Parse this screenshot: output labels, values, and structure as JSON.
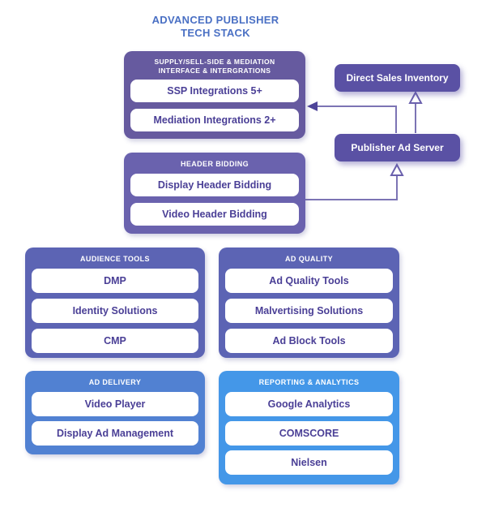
{
  "title": {
    "line1": "ADVANCED PUBLISHER",
    "line2": "TECH STACK"
  },
  "sections": {
    "supply": {
      "heading_line1": "SUPPLY/SELL-SIDE & MEDIATION",
      "heading_line2": "INTERFACE & INTERGRATIONS",
      "items": [
        "SSP Integrations 5+",
        "Mediation Integrations 2+"
      ]
    },
    "header_bidding": {
      "heading": "HEADER BIDDING",
      "items": [
        "Display Header Bidding",
        "Video Header Bidding"
      ]
    },
    "audience_tools": {
      "heading": "AUDIENCE TOOLS",
      "items": [
        "DMP",
        "Identity Solutions",
        "CMP"
      ]
    },
    "ad_quality": {
      "heading": "AD QUALITY",
      "items": [
        "Ad Quality Tools",
        "Malvertising Solutions",
        "Ad Block Tools"
      ]
    },
    "ad_delivery": {
      "heading": "AD DELIVERY",
      "items": [
        "Video Player",
        "Display Ad Management"
      ]
    },
    "reporting": {
      "heading": "REPORTING & ANALYTICS",
      "items": [
        "Google Analytics",
        "COMSCORE",
        "Nielsen"
      ]
    }
  },
  "nodes": {
    "direct_sales_inventory": {
      "label": "Direct Sales Inventory"
    },
    "publisher_ad_server": {
      "label": "Publisher Ad Server"
    }
  },
  "connections": [
    {
      "from": "Publisher Ad Server",
      "to": "Supply/Sell-Side & Mediation"
    },
    {
      "from": "Publisher Ad Server",
      "to": "Direct Sales Inventory"
    },
    {
      "from": "Header Bidding",
      "to": "Publisher Ad Server"
    }
  ],
  "colors": {
    "background": "#FFFFFF",
    "title_text": "#4A70C4",
    "supply_box": "#665A9F",
    "header_bidding_box": "#6A62AE",
    "audience_ad_quality_box": "#5C64B4",
    "ad_delivery_box": "#5181D2",
    "reporting_box": "#4497E8",
    "node_box": "#5A51A4",
    "pill_text": "#4A3F96",
    "connector_line": "#7C74B4",
    "arrowhead_fill": "#4E4499"
  }
}
